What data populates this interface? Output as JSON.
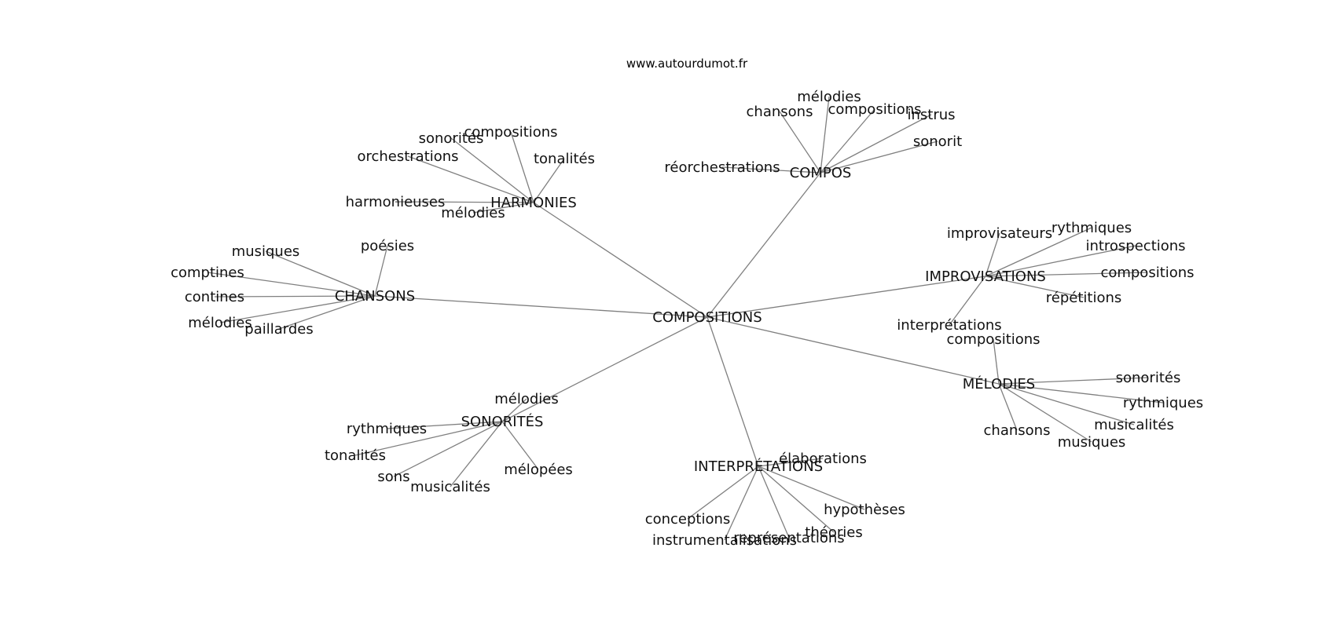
{
  "site": "www.autourdumot.fr",
  "center": "COMPOSITIONS",
  "clusters": [
    {
      "id": "compos",
      "label": "COMPOS",
      "words": [
        "mélodies",
        "chansons",
        "compositions",
        "instrus",
        "sonorit",
        "réorchestrations"
      ]
    },
    {
      "id": "harmonies",
      "label": "HARMONIES",
      "words": [
        "compositions",
        "sonorités",
        "orchestrations",
        "tonalités",
        "harmonieuses",
        "mélodies"
      ]
    },
    {
      "id": "chansons",
      "label": "CHANSONS",
      "words": [
        "musiques",
        "poésies",
        "comptines",
        "contines",
        "mélodies",
        "paillardes"
      ]
    },
    {
      "id": "improvisations",
      "label": "IMPROVISATIONS",
      "words": [
        "improvisateurs",
        "rythmiques",
        "introspections",
        "compositions",
        "répétitions",
        "interprétations"
      ]
    },
    {
      "id": "melodies",
      "label": "MÉLODIES",
      "words": [
        "compositions",
        "sonorités",
        "rythmiques",
        "musicalités",
        "musiques",
        "chansons"
      ]
    },
    {
      "id": "sonorites",
      "label": "SONORITÉS",
      "words": [
        "mélodies",
        "rythmiques",
        "tonalités",
        "sons",
        "musicalités",
        "mélopées"
      ]
    },
    {
      "id": "interpretations",
      "label": "INTERPRÉTATIONS",
      "words": [
        "élaborations",
        "hypothèses",
        "théories",
        "représentations",
        "instrumentalisations",
        "conceptions"
      ]
    }
  ]
}
